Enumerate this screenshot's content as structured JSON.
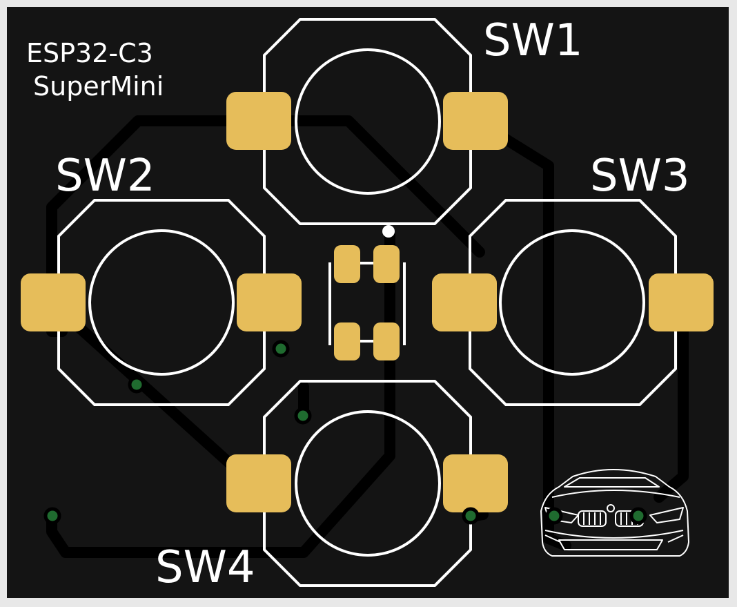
{
  "board": {
    "label_line1": "ESP32-C3",
    "label_line2": "SuperMini",
    "colors": {
      "background": "#e8e8e8",
      "board": "#141414",
      "trace": "#000000",
      "silkscreen": "#ffffff",
      "pad": "#e6bd5a",
      "via": "#1f6b2f"
    }
  },
  "switches": [
    {
      "id": "sw1",
      "label": "SW1"
    },
    {
      "id": "sw2",
      "label": "SW2"
    },
    {
      "id": "sw3",
      "label": "SW3"
    },
    {
      "id": "sw4",
      "label": "SW4"
    }
  ],
  "logo": {
    "icon": "car-front-icon"
  }
}
